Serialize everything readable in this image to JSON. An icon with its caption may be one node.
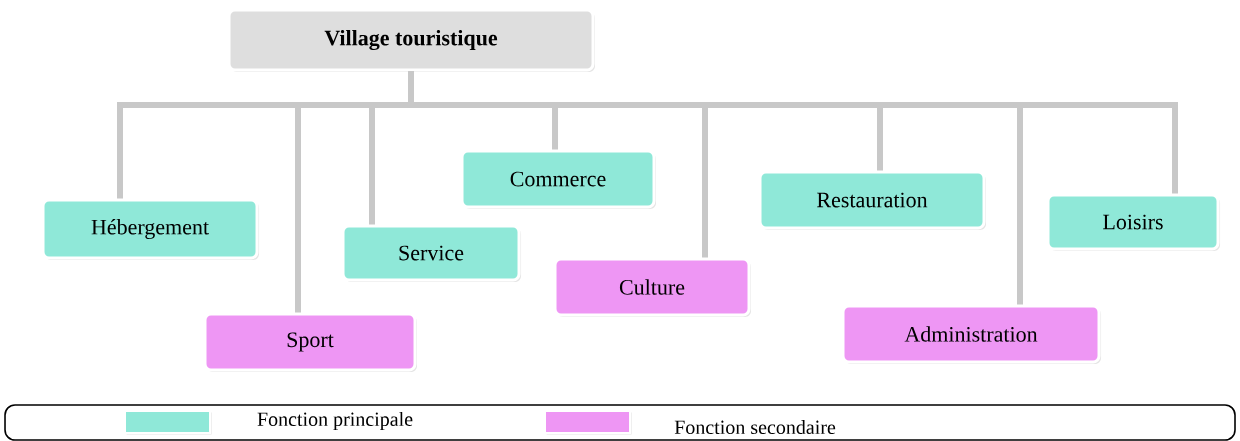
{
  "diagram": {
    "nodes": [
      {
        "text": [
          "Village touristique"
        ]
      },
      {
        "text": [
          "Hébergement"
        ]
      },
      {
        "text": [
          "Sport"
        ]
      },
      {
        "text": [
          "Service"
        ]
      },
      {
        "text": [
          "Commerce"
        ]
      },
      {
        "text": [
          "Culture"
        ]
      },
      {
        "text": [
          "Restauration"
        ]
      },
      {
        "text": [
          "Administration"
        ]
      },
      {
        "text": [
          "Loisirs"
        ]
      }
    ],
    "edges": [
      {
        "from": 0,
        "to": 1,
        "arrow": "none"
      },
      {
        "from": 0,
        "to": 2,
        "arrow": "none"
      },
      {
        "from": 0,
        "to": 3,
        "arrow": "none"
      },
      {
        "from": 0,
        "to": 4,
        "arrow": "none"
      },
      {
        "from": 0,
        "to": 5,
        "arrow": "none"
      },
      {
        "from": 0,
        "to": 6,
        "arrow": "none"
      },
      {
        "from": 0,
        "to": 7,
        "arrow": "none"
      },
      {
        "from": 0,
        "to": 8,
        "arrow": "none"
      }
    ],
    "legend": [
      {
        "text": "Fonction principale",
        "color": "#8fe8d8"
      },
      {
        "text": "Fonction secondaire",
        "color": "#ee96f4"
      }
    ]
  }
}
